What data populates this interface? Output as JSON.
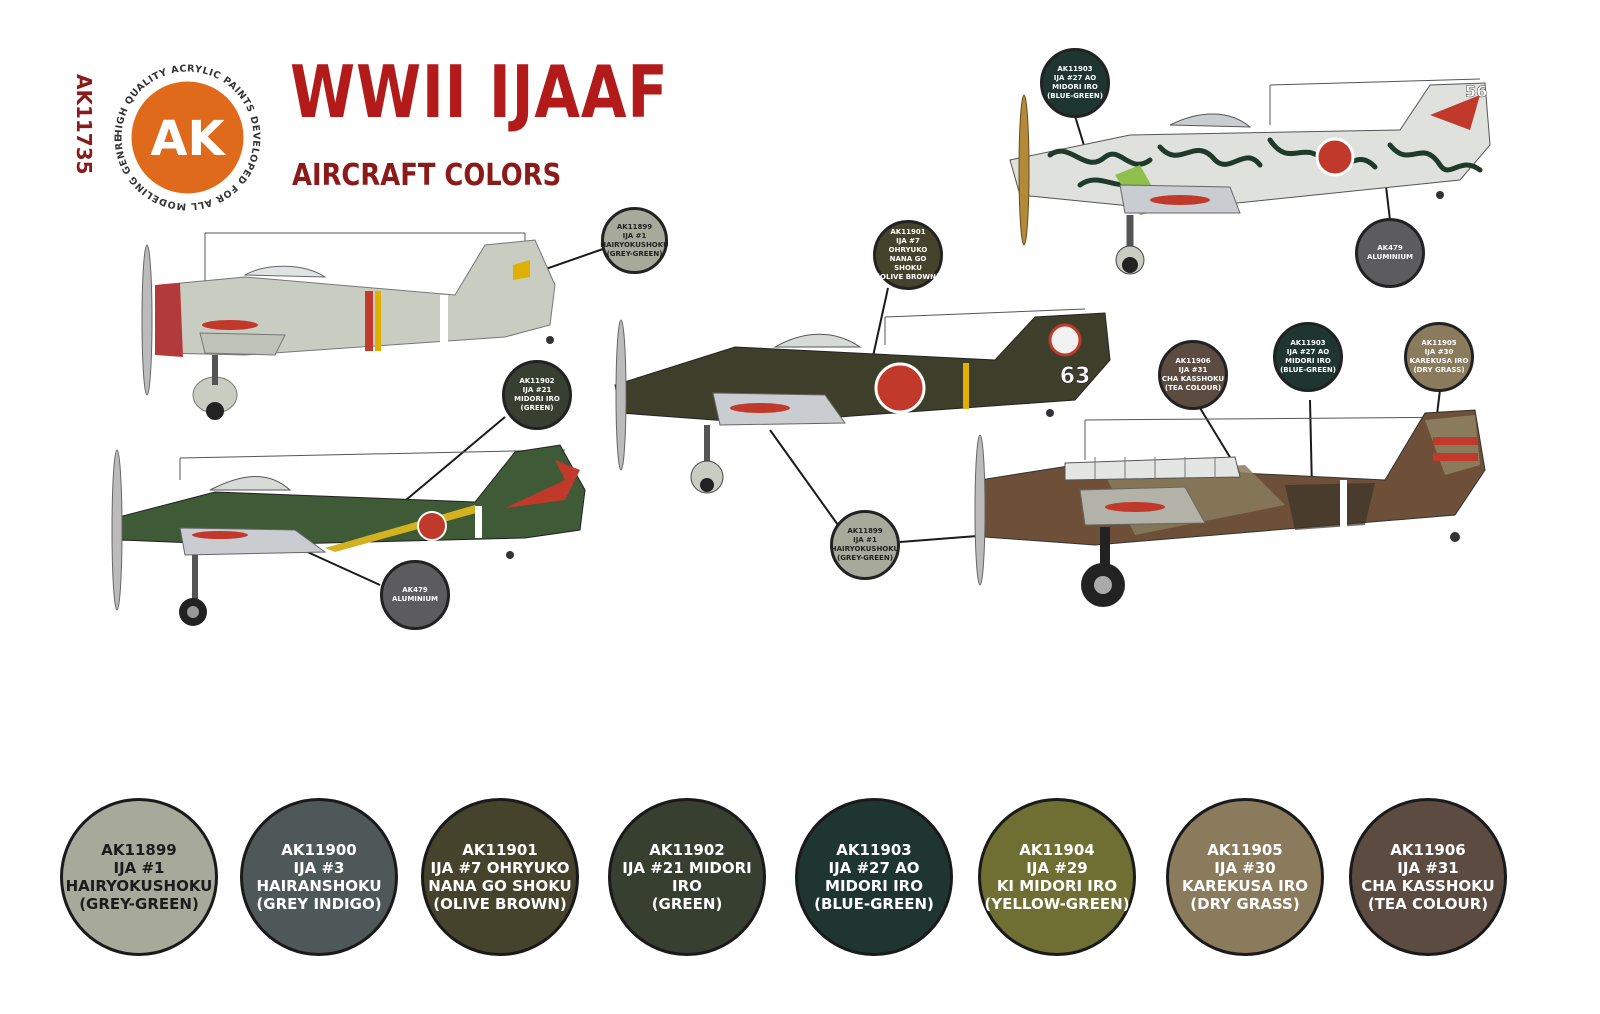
{
  "product_code": "AK11735",
  "logo": {
    "mark": "AK",
    "ring_text": "HIGH QUALITY ACRYLIC PAINTS DEVELOPED FOR ALL MODELING GENRES •"
  },
  "title": "WWII IJAAF",
  "subtitle": "AIRCRAFT COLORS",
  "callouts": [
    {
      "lines": [
        "AK11899",
        "IJA #1",
        "HAIRYOKUSHOKU",
        "(GREY-GREEN)"
      ],
      "color": "#a7a99b"
    },
    {
      "lines": [
        "AK11902",
        "IJA #21",
        "MIDORI IRO",
        "(GREEN)"
      ],
      "color": "#373f31"
    },
    {
      "lines": [
        "AK479",
        "ALUMINIUM"
      ],
      "color": "#5c5c5e"
    },
    {
      "lines": [
        "AK11901",
        "IJA #7 OHRYUKO",
        "NANA GO SHOKU",
        "(OLIVE BROWN)"
      ],
      "color": "#45432c"
    },
    {
      "lines": [
        "AK11899",
        "IJA #1",
        "HAIRYOKUSHOKU",
        "(GREY-GREEN)"
      ],
      "color": "#a7a99b"
    },
    {
      "lines": [
        "AK11903",
        "IJA #27 AO",
        "MIDORI IRO",
        "(BLUE-GREEN)"
      ],
      "color": "#1f3630"
    },
    {
      "lines": [
        "AK479",
        "ALUMINIUM"
      ],
      "color": "#5c5c5e"
    },
    {
      "lines": [
        "AK11906",
        "IJA #31",
        "CHA KASSHOKU",
        "(TEA COLOUR)"
      ],
      "color": "#5b4b41"
    },
    {
      "lines": [
        "AK11903",
        "IJA #27 AO",
        "MIDORI IRO",
        "(BLUE-GREEN)"
      ],
      "color": "#1f3630"
    },
    {
      "lines": [
        "AK11905",
        "IJA #30",
        "KAREKUSA IRO",
        "(DRY GRASS)"
      ],
      "color": "#8a7b5d"
    }
  ],
  "markings": {
    "tail_number_1": "63",
    "tail_number_2": "56"
  },
  "swatches": [
    {
      "lines": [
        "AK11899",
        "IJA #1",
        "HAIRYOKUSHOKU",
        "(GREY-GREEN)"
      ],
      "color": "#a7a99b"
    },
    {
      "lines": [
        "AK11900",
        "IJA #3",
        "HAIRANSHOKU",
        "(GREY INDIGO)"
      ],
      "color": "#4f5858"
    },
    {
      "lines": [
        "AK11901",
        "IJA #7 OHRYUKO",
        "NANA GO SHOKU",
        "(OLIVE BROWN)"
      ],
      "color": "#45432c"
    },
    {
      "lines": [
        "AK11902",
        "IJA #21 MIDORI IRO",
        "(GREEN)"
      ],
      "color": "#373f31"
    },
    {
      "lines": [
        "AK11903",
        "IJA #27 AO",
        "MIDORI IRO",
        "(BLUE-GREEN)"
      ],
      "color": "#1f3630"
    },
    {
      "lines": [
        "AK11904",
        "IJA #29",
        "KI MIDORI IRO",
        "(YELLOW-GREEN)"
      ],
      "color": "#6f6e33"
    },
    {
      "lines": [
        "AK11905",
        "IJA #30",
        "KAREKUSA IRO",
        "(DRY GRASS)"
      ],
      "color": "#8a7b5d"
    },
    {
      "lines": [
        "AK11906",
        "IJA #31",
        "CHA KASSHOKU",
        "(TEA COLOUR)"
      ],
      "color": "#5b4b41"
    }
  ]
}
